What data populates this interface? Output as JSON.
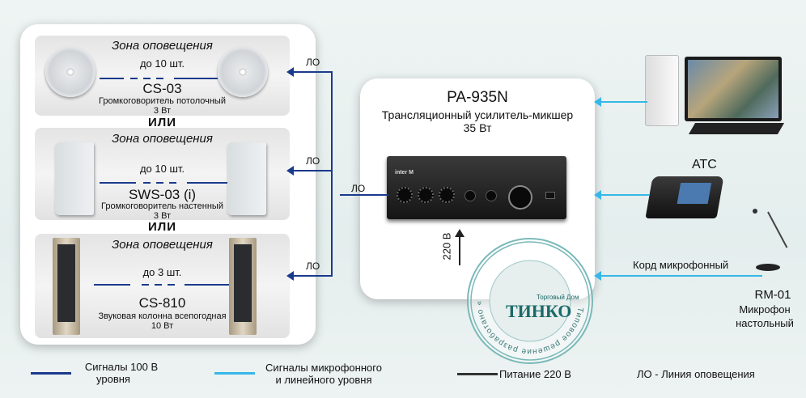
{
  "zones": [
    {
      "title": "Зона оповещения",
      "count": "до 10 шт.",
      "model": "CS-03",
      "desc": "Громкоговоритель потолочный",
      "power": "3 Вт"
    },
    {
      "title": "Зона оповещения",
      "count": "до 10 шт.",
      "model": "SWS-03 (i)",
      "desc": "Громкоговоритель настенный",
      "power": "3 Вт"
    },
    {
      "title": "Зона оповещения",
      "count": "до 3 шт.",
      "model": "CS-810",
      "desc": "Звуковая колонна всепогодная",
      "power": "10 Вт"
    }
  ],
  "or_label": "ИЛИ",
  "line_label": "ЛО",
  "amplifier": {
    "model": "PA-935N",
    "desc": "Трансляционный усилитель-микшер",
    "power": "35 Вт",
    "brand": "inter M",
    "power_in": "220 В"
  },
  "devices": {
    "atc": "АТС",
    "cord": "Корд микрофонный",
    "mic_model": "RM-01",
    "mic_desc1": "Микрофон",
    "mic_desc2": "настольный"
  },
  "stamp": {
    "ring_text": "Типовое решение разработано «Торговым Домом ТИНКО»",
    "company_small": "Торговый Дом",
    "company": "ТИНКО"
  },
  "legend": {
    "s100_1": "Сигналы 100 В",
    "s100_2": "уровня",
    "mic_1": "Сигналы микрофонного",
    "mic_2": "и линейного уровня",
    "power": "Питание 220 В",
    "lo": "ЛО - Линия оповещения"
  },
  "colors": {
    "line100": "#1a3a8c",
    "line_mic": "#35b8e8",
    "line_power": "#333333",
    "stamp": "#7ab8b8"
  }
}
